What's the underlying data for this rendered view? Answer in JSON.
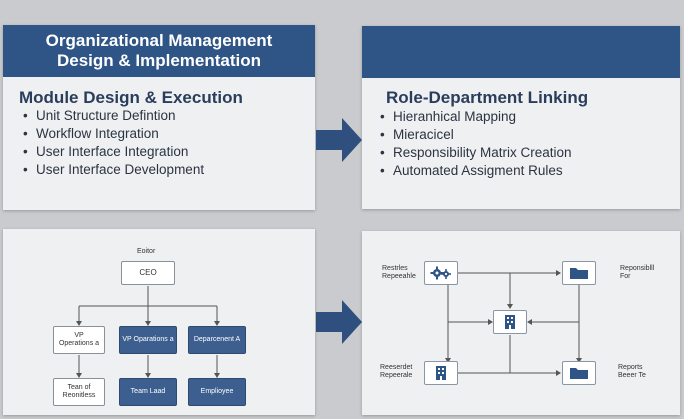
{
  "top_left": {
    "header": "Organizational Management\nDesign & Implementation",
    "section_title": "Module Design & Execution",
    "bullets": [
      "Unit Structure Defintion",
      "Workflow Integration",
      "User Interface Integration",
      "User Interface Development"
    ]
  },
  "top_right": {
    "section_title": "Role-Department Linking",
    "bullets": [
      "Hieranhical Mapping",
      "Mieracicel",
      "Responsibility Matrix Creation",
      "Automated Assigment Rules"
    ]
  },
  "org_chart": {
    "caption": "Eoitor",
    "ceo": "CEO",
    "vp": "VP\nOperations a",
    "vp_ops": "VP Oparations a",
    "dept": "Deparcenent A",
    "team": "Tean of\nReonitless",
    "team_lead": "Team Laad",
    "employee": "Emplioyee"
  },
  "linking": {
    "label_top_left": "Restrles\nRepeeahle",
    "label_top_right": "Reponsiblll\nFor",
    "label_bottom_left": "Reeserdet\nRepeerale",
    "label_bottom_right": "Reports\nBeeer Te"
  },
  "colors": {
    "header_blue": "#2f5486",
    "node_dark": "#3d5f8f",
    "arrow": "#2f4f7f",
    "panel": "#eef0f2"
  },
  "icons": [
    "right-arrow-icon",
    "gears-icon",
    "folder-icon",
    "building-icon"
  ]
}
